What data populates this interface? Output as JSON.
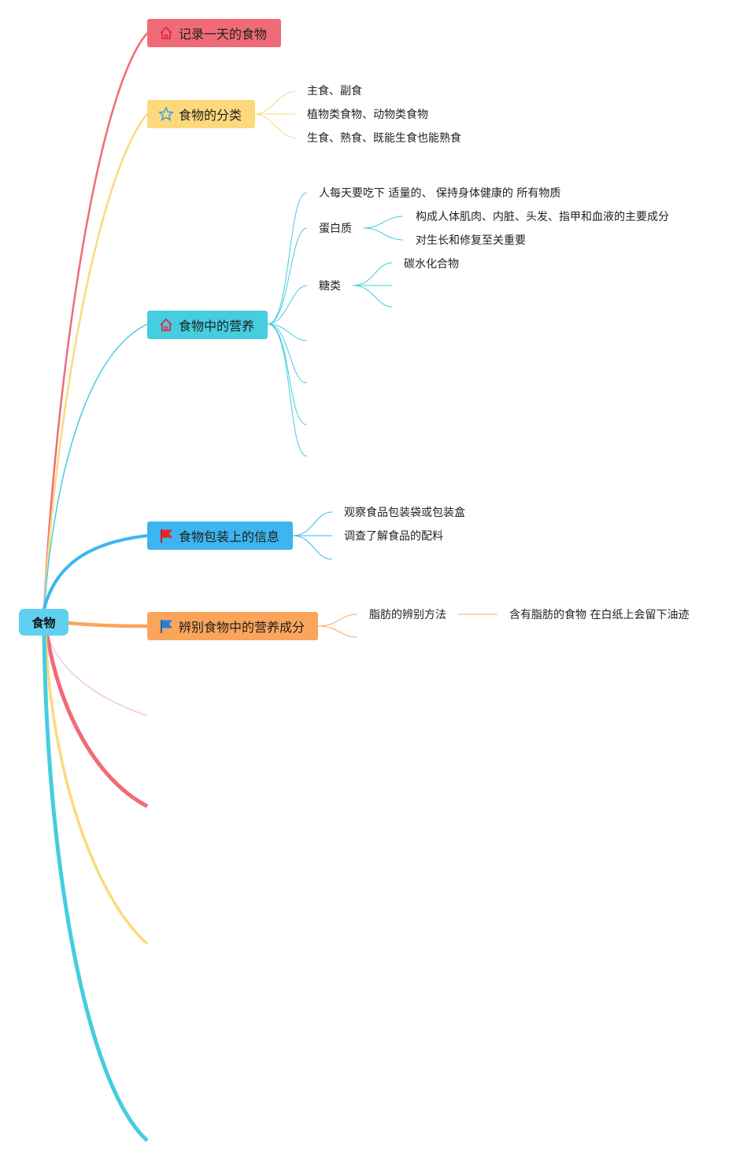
{
  "root": {
    "label": "食物"
  },
  "branches": [
    {
      "label": "记录一天的食物",
      "icon": "home-icon",
      "color": "#f06b78"
    },
    {
      "label": "食物的分类",
      "icon": "star-icon",
      "color": "#fcd97c",
      "children": [
        "主食、副食",
        "植物类食物、动物类食物",
        "生食、熟食、既能生食也能熟食"
      ]
    },
    {
      "label": "食物中的营养",
      "icon": "home-icon",
      "color": "#45cde0",
      "children": [
        {
          "label": "人每天要吃下 适量的、 保持身体健康的 所有物质"
        },
        {
          "label": "蛋白质",
          "children": [
            "构成人体肌肉、内脏、头发、指甲和血液的主要成分",
            "对生长和修复至关重要"
          ]
        },
        {
          "label": "糖类",
          "children": [
            "碳水化合物"
          ]
        }
      ]
    },
    {
      "label": "食物包装上的信息",
      "icon": "red-flag-icon",
      "color": "#3eb5f0",
      "children": [
        "观察食品包装袋或包装盒",
        "调查了解食品的配料"
      ]
    },
    {
      "label": "辨别食物中的营养成分",
      "icon": "blue-flag-icon",
      "color": "#fba55c",
      "children": [
        {
          "label": "脂肪的辨别方法",
          "children": [
            "含有脂肪的食物 在白纸上会留下油迹"
          ]
        }
      ]
    }
  ],
  "colors": {
    "root": "#5fd0f0",
    "pink_line": "#f6c4e0",
    "red": "#f06b78",
    "yellow": "#fcd97c",
    "cyan": "#45cde0",
    "blue": "#3eb5f0",
    "orange": "#fba55c"
  }
}
